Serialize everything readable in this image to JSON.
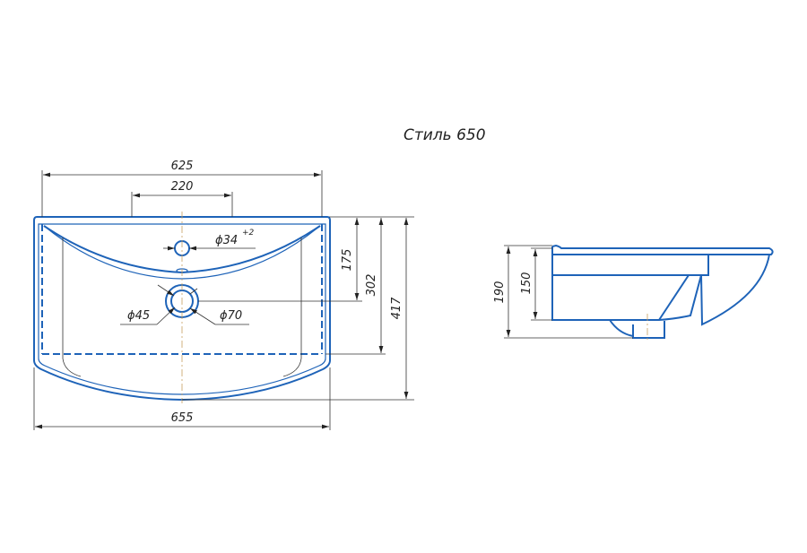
{
  "title": "Стиль 650",
  "top_view": {
    "dim_width_inner": "625",
    "dim_faucet_spacing": "220",
    "dim_faucet_hole": "ϕ34",
    "dim_faucet_hole_tol": "+2",
    "dim_drain_inner": "ϕ45",
    "dim_drain_outer": "ϕ70",
    "dim_depth_to_drain": "175",
    "dim_depth_inner": "302",
    "dim_depth_total": "417",
    "dim_width_total": "655"
  },
  "side_view": {
    "dim_height_total": "190",
    "dim_height_body": "150"
  },
  "colors": {
    "outline": "#1e63b8",
    "dimension": "#333333",
    "centerline": "#c8a060"
  }
}
